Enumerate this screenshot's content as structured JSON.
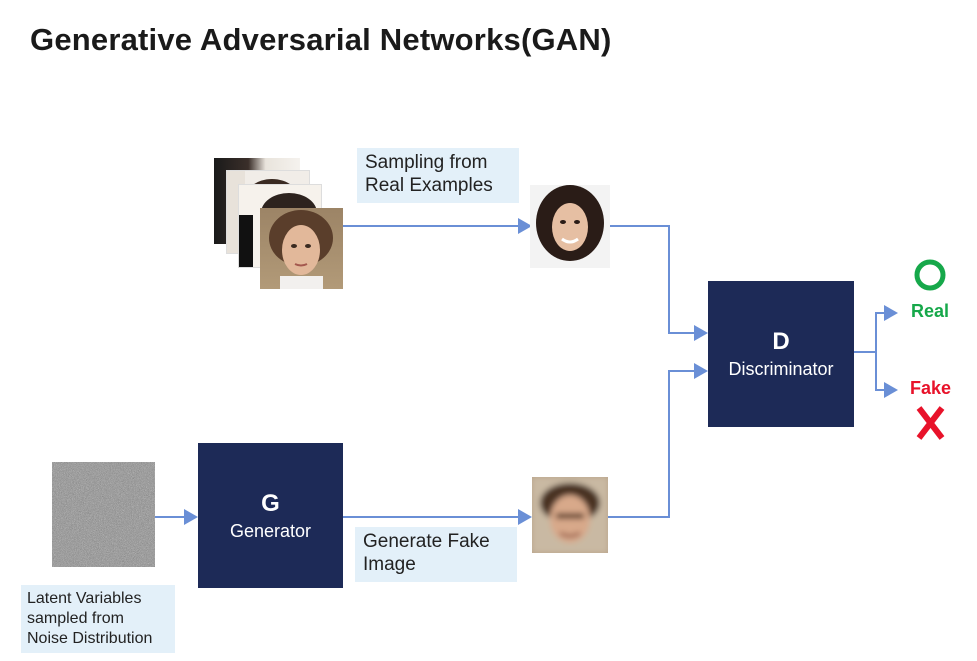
{
  "title": "Generative Adversarial Networks(GAN)",
  "captions": {
    "sampling": [
      "Sampling from",
      "Real Examples"
    ],
    "generate": [
      "Generate Fake",
      "Image"
    ],
    "latent": [
      "Latent Variables",
      "sampled from",
      "Noise Distribution"
    ]
  },
  "generator": {
    "letter": "G",
    "label": "Generator"
  },
  "discriminator": {
    "letter": "D",
    "label": "Discriminator"
  },
  "outputs": {
    "real": {
      "label": "Real",
      "color": "#16a84a"
    },
    "fake": {
      "label": "Fake",
      "color": "#e8122a"
    }
  },
  "colors": {
    "box": "#1d2a57",
    "arrow": "#6a8fd6",
    "caption_bg": "#e3f0f9"
  }
}
